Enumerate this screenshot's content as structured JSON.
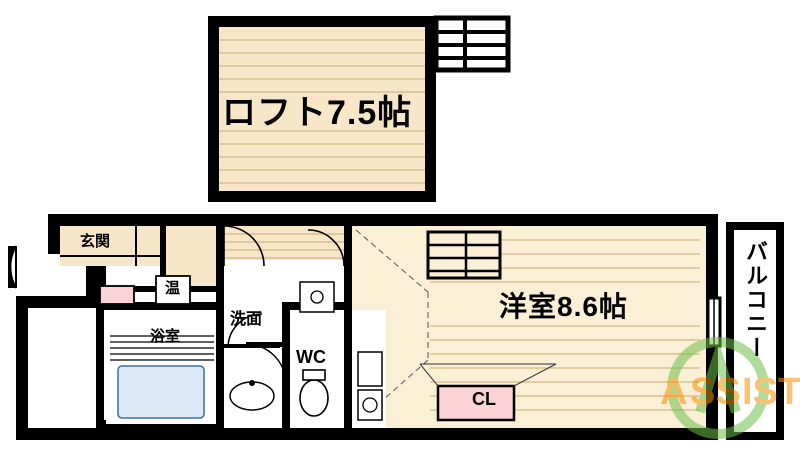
{
  "floorplan": {
    "title": "apartment-floor-plan",
    "colors": {
      "wall": "#000000",
      "loft_fill": "#f7e6c8",
      "room_fill": "#fbefd5",
      "entry_fill": "#f7e6c8",
      "bath_fill": "#dce9f7",
      "closet_pink": "#fbd2d6",
      "balcony_fill": "#ffffff",
      "watermark_green": "#6fbf4a",
      "watermark_orange": "#f39200"
    },
    "rooms": [
      {
        "id": "loft",
        "label": "ロフト7.5帖"
      },
      {
        "id": "western-room",
        "label": "洋室8.6帖"
      },
      {
        "id": "balcony",
        "label": "バルコニー"
      },
      {
        "id": "entrance",
        "label": "玄関"
      },
      {
        "id": "bathroom",
        "label": "浴室"
      },
      {
        "id": "washstand",
        "label": "洗面"
      },
      {
        "id": "toilet",
        "label": "WC"
      },
      {
        "id": "closet",
        "label": "CL"
      },
      {
        "id": "water-heater",
        "label": "温"
      }
    ],
    "watermark": {
      "text": "ASSIST"
    }
  }
}
